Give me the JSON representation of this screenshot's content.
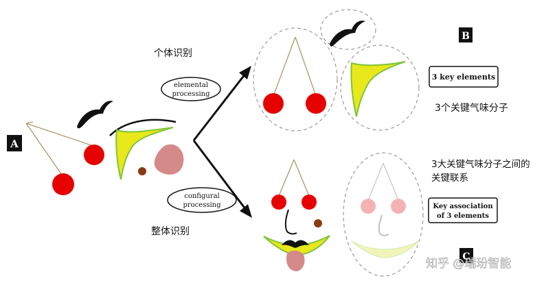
{
  "labels": {
    "panel_a": "A",
    "panel_b": "B",
    "panel_c": "C",
    "individual_recognition": "个体识别",
    "holistic_recognition": "整体识别",
    "elemental_processing_line1": "elemental",
    "elemental_processing_line2": "processing",
    "configural_processing_line1": "configural",
    "configural_processing_line2": "processing",
    "key_elements_box": "3 key elements",
    "key_elements_cn": "3个关键气味分子",
    "key_association_line1": "Key association",
    "key_association_line2": "of 3 elements",
    "key_association_cn_line1": "3大关键气味分子之间的",
    "key_association_cn_line2": "关键联系",
    "watermark": "知乎 @瑞玢智能"
  },
  "colors": {
    "cherry_red": "#e60000",
    "cherry_light": "#f4b3b3",
    "stem": "#a89a6a",
    "stem_light": "#c8c8c8",
    "yellow": "#e8e81a",
    "green_edge": "#7fc43a",
    "tongue": "#d48a88",
    "brown_dot": "#8a3a12",
    "dashed": "#9a9a9a",
    "black": "#000000"
  }
}
